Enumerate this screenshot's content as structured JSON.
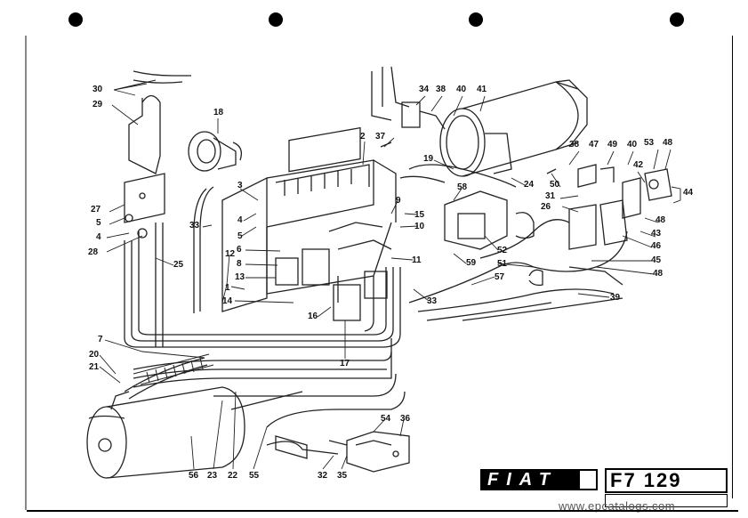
{
  "title_block": {
    "brand": "FIAT",
    "code": "F7 129",
    "watermark": "www.epcatalogs.com"
  },
  "callouts": [
    {
      "id": "c30",
      "text": "30"
    },
    {
      "id": "c29",
      "text": "29"
    },
    {
      "id": "c18",
      "text": "18"
    },
    {
      "id": "c2",
      "text": "2"
    },
    {
      "id": "c34",
      "text": "34"
    },
    {
      "id": "c38a",
      "text": "38"
    },
    {
      "id": "c40a",
      "text": "40"
    },
    {
      "id": "c41",
      "text": "41"
    },
    {
      "id": "c37",
      "text": "37"
    },
    {
      "id": "c19",
      "text": "19"
    },
    {
      "id": "c38b",
      "text": "38"
    },
    {
      "id": "c47",
      "text": "47"
    },
    {
      "id": "c49",
      "text": "49"
    },
    {
      "id": "c40b",
      "text": "40"
    },
    {
      "id": "c53",
      "text": "53"
    },
    {
      "id": "c48a",
      "text": "48"
    },
    {
      "id": "c42",
      "text": "42"
    },
    {
      "id": "c50",
      "text": "50"
    },
    {
      "id": "c31",
      "text": "31"
    },
    {
      "id": "c44",
      "text": "44"
    },
    {
      "id": "c26",
      "text": "26"
    },
    {
      "id": "c48b",
      "text": "48"
    },
    {
      "id": "c43",
      "text": "43"
    },
    {
      "id": "c46",
      "text": "46"
    },
    {
      "id": "c45",
      "text": "45"
    },
    {
      "id": "c48c",
      "text": "48"
    },
    {
      "id": "c24",
      "text": "24"
    },
    {
      "id": "c27",
      "text": "27"
    },
    {
      "id": "c5a",
      "text": "5"
    },
    {
      "id": "c4a",
      "text": "4"
    },
    {
      "id": "c28",
      "text": "28"
    },
    {
      "id": "c25",
      "text": "25"
    },
    {
      "id": "c3",
      "text": "3"
    },
    {
      "id": "c4b",
      "text": "4"
    },
    {
      "id": "c5b",
      "text": "5"
    },
    {
      "id": "c33a",
      "text": "33"
    },
    {
      "id": "c12",
      "text": "12"
    },
    {
      "id": "c6",
      "text": "6"
    },
    {
      "id": "c7",
      "text": "7"
    },
    {
      "id": "c8",
      "text": "8"
    },
    {
      "id": "c13",
      "text": "13"
    },
    {
      "id": "c1",
      "text": "1"
    },
    {
      "id": "c14",
      "text": "14"
    },
    {
      "id": "c16",
      "text": "16"
    },
    {
      "id": "c9",
      "text": "9"
    },
    {
      "id": "c15",
      "text": "15"
    },
    {
      "id": "c10",
      "text": "10"
    },
    {
      "id": "c11",
      "text": "11"
    },
    {
      "id": "c58",
      "text": "58"
    },
    {
      "id": "c59",
      "text": "59"
    },
    {
      "id": "c52",
      "text": "52"
    },
    {
      "id": "c51",
      "text": "51"
    },
    {
      "id": "c57",
      "text": "57"
    },
    {
      "id": "c33b",
      "text": "33"
    },
    {
      "id": "c39",
      "text": "39"
    },
    {
      "id": "c17",
      "text": "17"
    },
    {
      "id": "c20",
      "text": "20"
    },
    {
      "id": "c21",
      "text": "21"
    },
    {
      "id": "c54",
      "text": "54"
    },
    {
      "id": "c36",
      "text": "36"
    },
    {
      "id": "c56",
      "text": "56"
    },
    {
      "id": "c23",
      "text": "23"
    },
    {
      "id": "c22",
      "text": "22"
    },
    {
      "id": "c55",
      "text": "55"
    },
    {
      "id": "c32",
      "text": "32"
    },
    {
      "id": "c35",
      "text": "35"
    }
  ]
}
